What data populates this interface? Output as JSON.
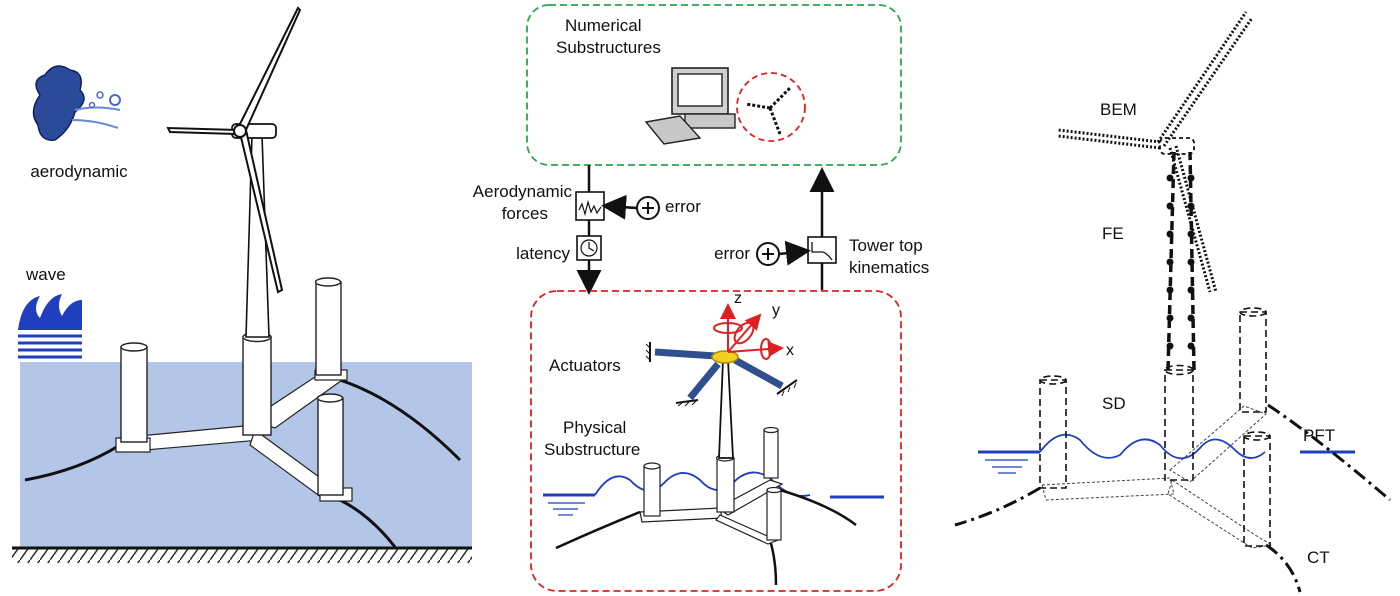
{
  "left_panel": {
    "aerodynamic_label": "aerodynamic",
    "wave_label": "wave"
  },
  "middle_panel": {
    "numerical_title_line1": "Numerical",
    "numerical_title_line2": "Substructures",
    "aero_forces_line1": "Aerodynamic",
    "aero_forces_line2": "forces",
    "error_top": "error",
    "latency": "latency",
    "error_right": "error",
    "tower_top_line1": "Tower top",
    "tower_top_line2": "kinematics",
    "actuators": "Actuators",
    "physical_line1": "Physical",
    "physical_line2": "Substructure",
    "axis_z": "z",
    "axis_y": "y",
    "axis_x": "x"
  },
  "right_panel": {
    "bem": "BEM",
    "fe": "FE",
    "sd": "SD",
    "pft": "PFT",
    "ct": "CT"
  },
  "colors": {
    "water": "#b4c6e7",
    "numerical_border": "#2aa84a",
    "physical_border": "#e02020",
    "wave_line": "#1f3fbf",
    "actuator": "#2f4f8f",
    "platform_top": "#f0d020"
  }
}
